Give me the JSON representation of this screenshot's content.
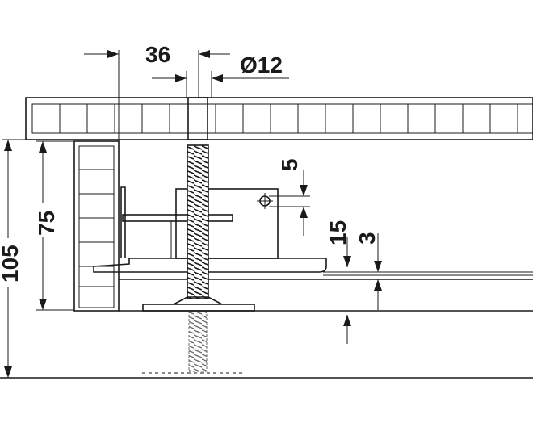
{
  "dimensions": {
    "width_36": "36",
    "diameter_12": "Ø12",
    "height_5": "5",
    "height_15": "15",
    "height_3": "3",
    "height_75": "75",
    "height_105": "105"
  },
  "colors": {
    "ink": "#1a1a1a",
    "background": "#ffffff"
  }
}
